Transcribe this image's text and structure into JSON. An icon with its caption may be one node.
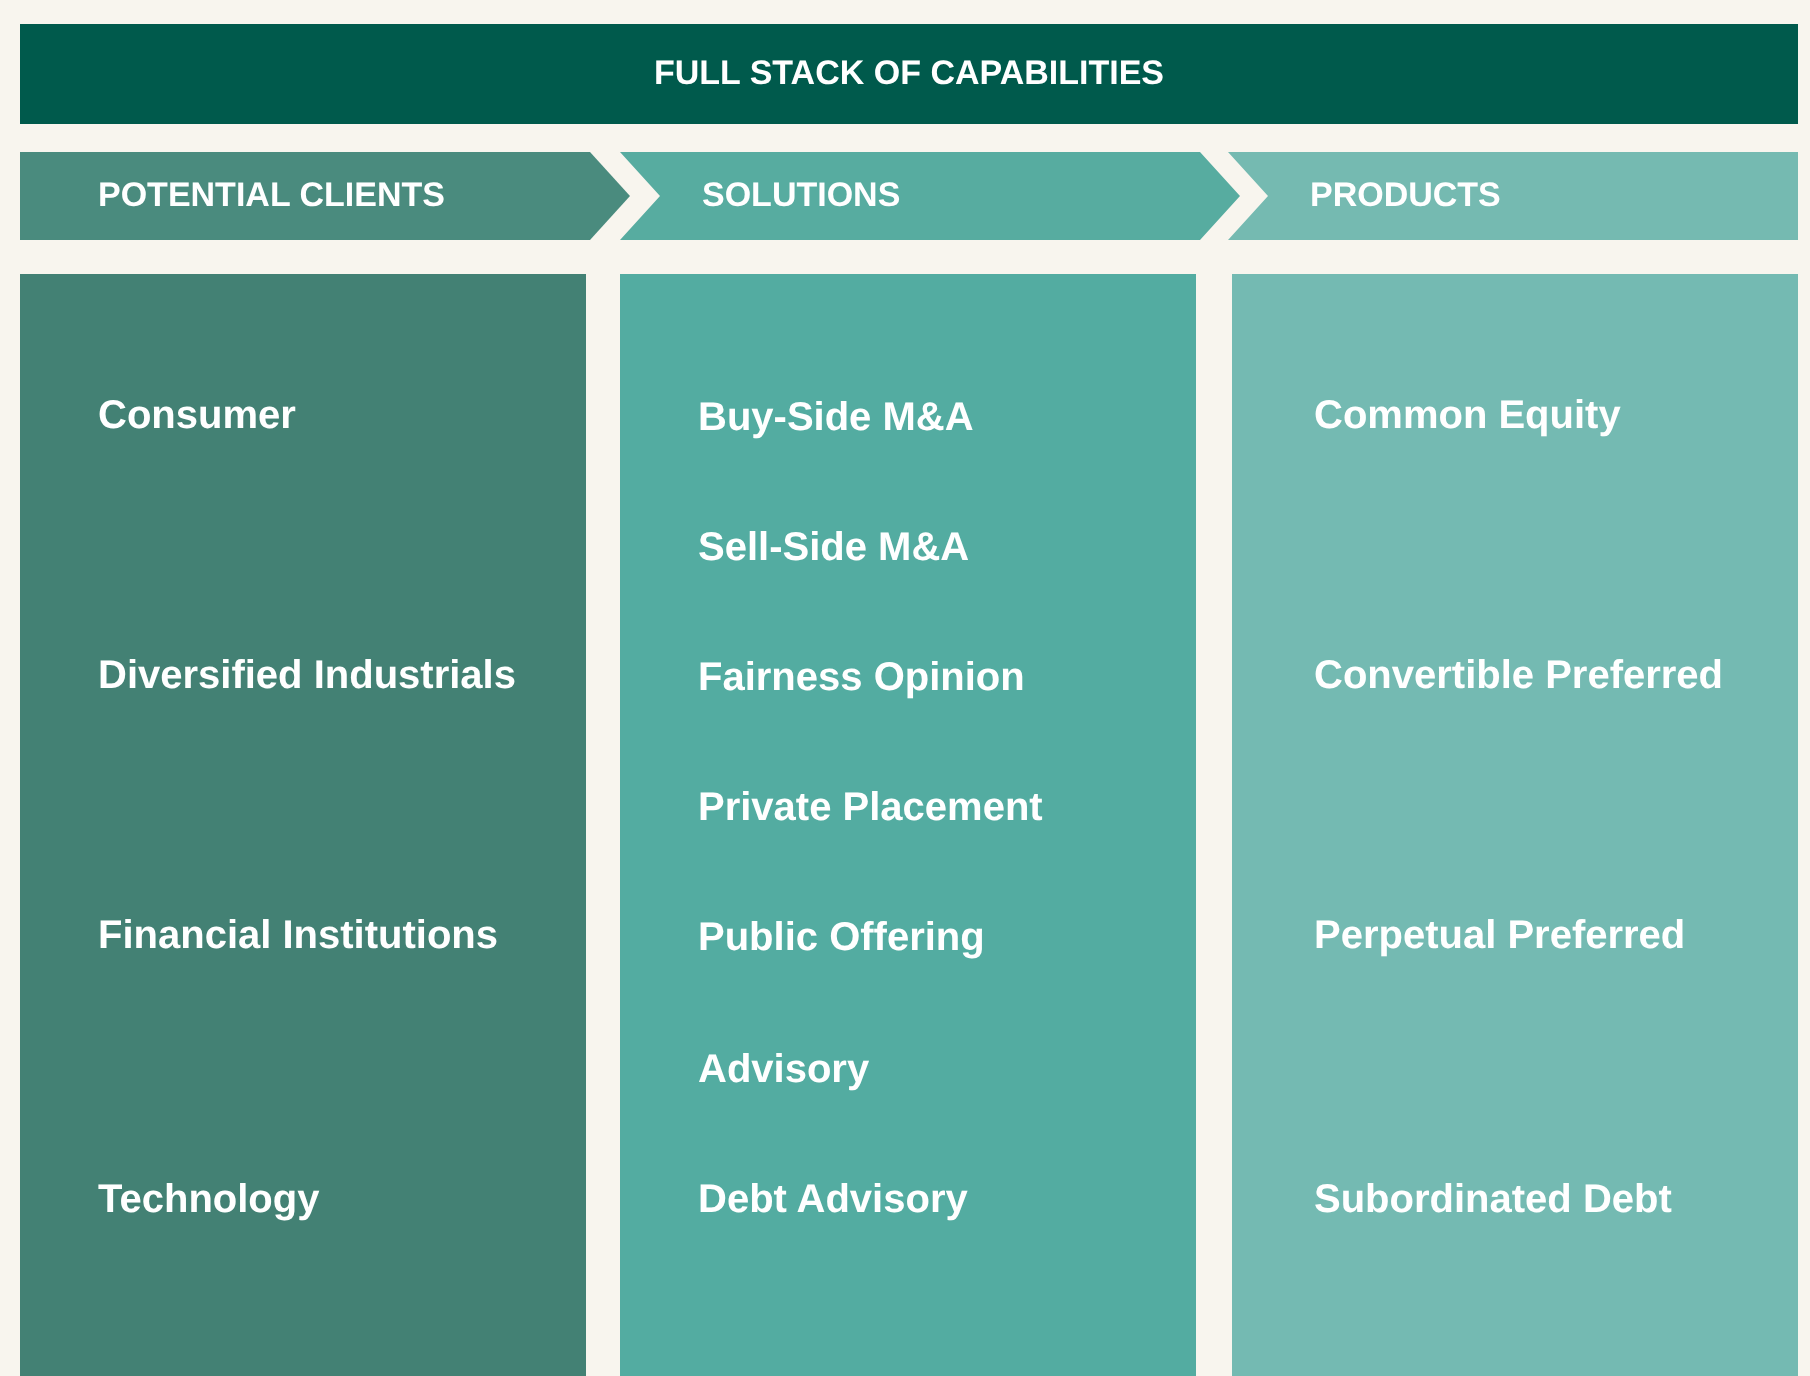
{
  "diagram": {
    "title": "FULL STACK OF CAPABILITIES",
    "nodes": [
      {
        "text": [
          "POTENTIAL CLIENTS"
        ]
      },
      {
        "text": [
          "SOLUTIONS"
        ]
      },
      {
        "text": [
          "PRODUCTS"
        ]
      },
      {
        "text": [
          "Consumer",
          "Diversified Industrials",
          "Financial Institutions",
          "Technology"
        ]
      },
      {
        "text": [
          "Buy-Side M&A",
          "Sell-Side M&A",
          "Fairness Opinion",
          "Private Placement",
          "Public Offering",
          "Advisory",
          "Debt Advisory"
        ]
      },
      {
        "text": [
          "Common Equity",
          "Convertible Preferred",
          "Perpetual Preferred",
          "Subordinated Debt"
        ]
      }
    ]
  }
}
